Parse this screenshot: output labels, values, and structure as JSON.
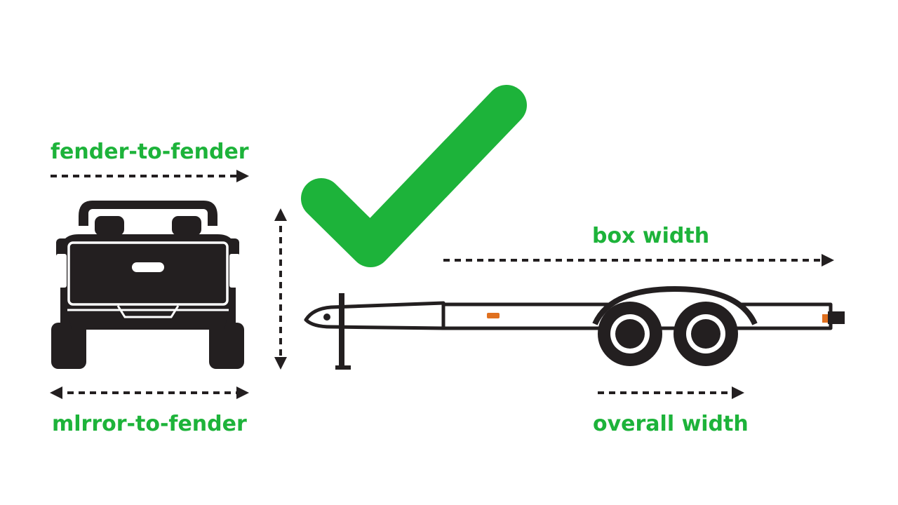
{
  "labels": {
    "fender_to_fender": "fender-to-fender",
    "mirror_to_fender": "mlrror-to-fender",
    "box_width": "box width",
    "overall_width": "overall width"
  },
  "colors": {
    "accent": "#1db33a",
    "ink": "#231f20",
    "reflector": "#e0701f",
    "background": "#ffffff"
  },
  "icons": {
    "checkmark": "check-icon",
    "truck": "truck-rear-icon",
    "trailer": "trailer-side-icon"
  }
}
